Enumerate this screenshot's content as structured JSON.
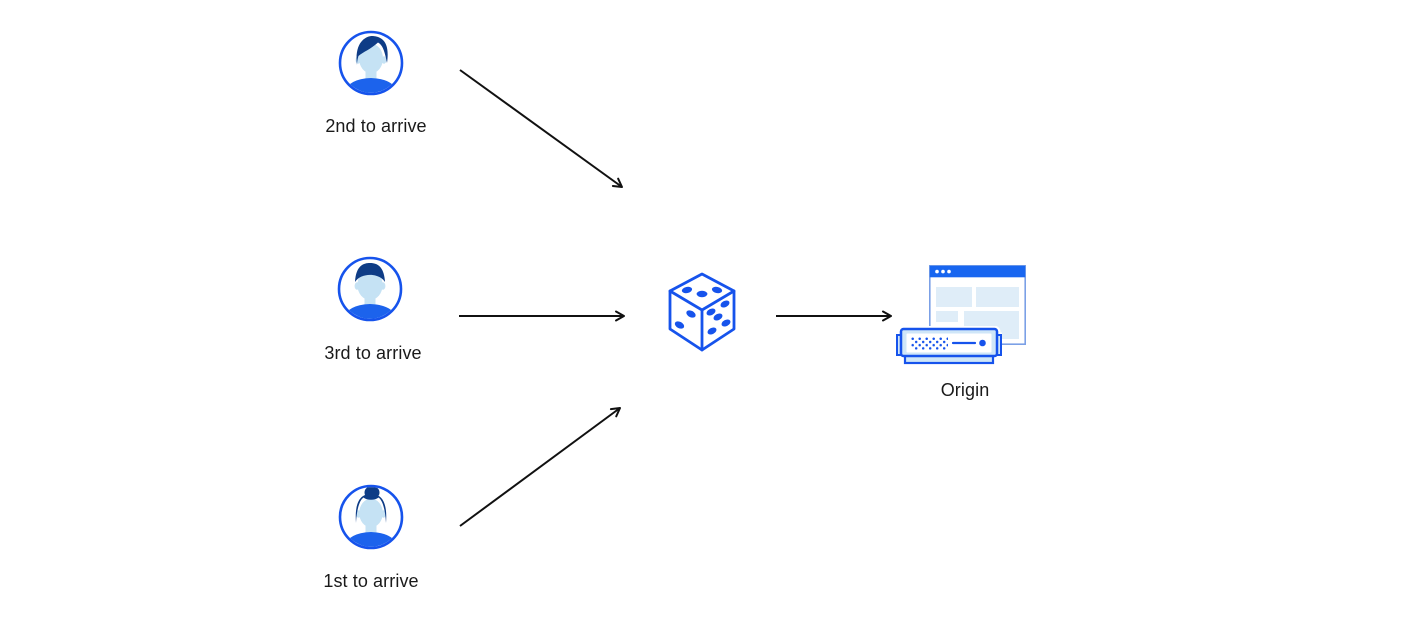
{
  "diagram": {
    "title": "random-steering-diagram",
    "nodes": {
      "users": [
        {
          "id": "user-2nd",
          "label": "2nd to arrive",
          "avatar": "man-swept-hair-avatar"
        },
        {
          "id": "user-3rd",
          "label": "3rd to arrive",
          "avatar": "man-short-hair-avatar"
        },
        {
          "id": "user-1st",
          "label": "1st to arrive",
          "avatar": "woman-bun-avatar"
        }
      ],
      "randomizer": {
        "id": "randomizer",
        "icon": "dice-icon",
        "dice_faces": {
          "top_pips": 3,
          "left_pips": 2,
          "right_pips": 5
        }
      },
      "origin": {
        "id": "origin",
        "label": "Origin",
        "icon": "origin-server-browser-icon"
      }
    },
    "edges": [
      {
        "from": "user-2nd",
        "to": "randomizer"
      },
      {
        "from": "user-3rd",
        "to": "randomizer"
      },
      {
        "from": "user-1st",
        "to": "randomizer"
      },
      {
        "from": "randomizer",
        "to": "origin"
      }
    ],
    "colors": {
      "accent": "#1653EC",
      "navy": "#0E3C86",
      "skin": "#C5E2F4",
      "shirt": "#1C63EC",
      "titlebar": "#1866F0",
      "window_border": "#7BA0E6",
      "panel": "#DFEDF8",
      "server_fill": "#CFE6F8",
      "arrow": "#111111",
      "text": "#1A1A1A",
      "background": "#FFFFFF"
    }
  }
}
